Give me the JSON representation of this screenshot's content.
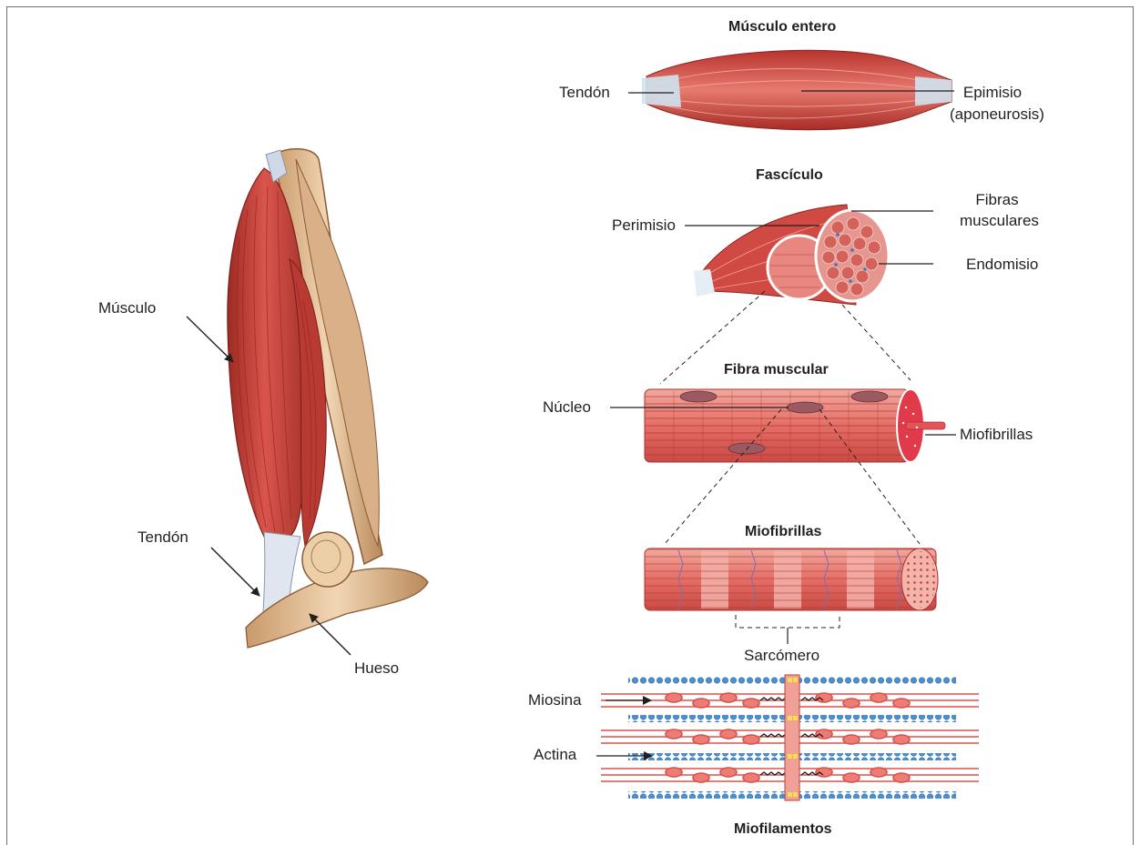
{
  "headings": {
    "whole_muscle": "Músculo entero",
    "fascicle": "Fascículo",
    "muscle_fiber": "Fibra muscular",
    "myofibrils": "Miofibrillas",
    "myofilaments": "Miofilamentos"
  },
  "arm_labels": {
    "muscle": "Músculo",
    "tendon": "Tendón",
    "bone": "Hueso"
  },
  "whole_muscle_labels": {
    "tendon": "Tendón",
    "epimysium": "Epimisio",
    "aponeurosis": "(aponeurosis)"
  },
  "fascicle_labels": {
    "perimysium": "Perimisio",
    "fibers_line1": "Fibras",
    "fibers_line2": "musculares",
    "endomysium": "Endomisio"
  },
  "fiber_labels": {
    "nucleus": "Núcleo",
    "myofibrils": "Miofibrillas"
  },
  "myofibril_labels": {
    "sarcomere": "Sarcómero"
  },
  "filament_labels": {
    "myosin": "Miosina",
    "actin": "Actina"
  },
  "colors": {
    "muscle_red": "#c8403a",
    "muscle_light": "#e98a80",
    "tendon_blue": "#cfe3ee",
    "bone": "#e9c9a0",
    "actin_blue": "#5b9bd5",
    "myosin_red": "#e06060"
  }
}
